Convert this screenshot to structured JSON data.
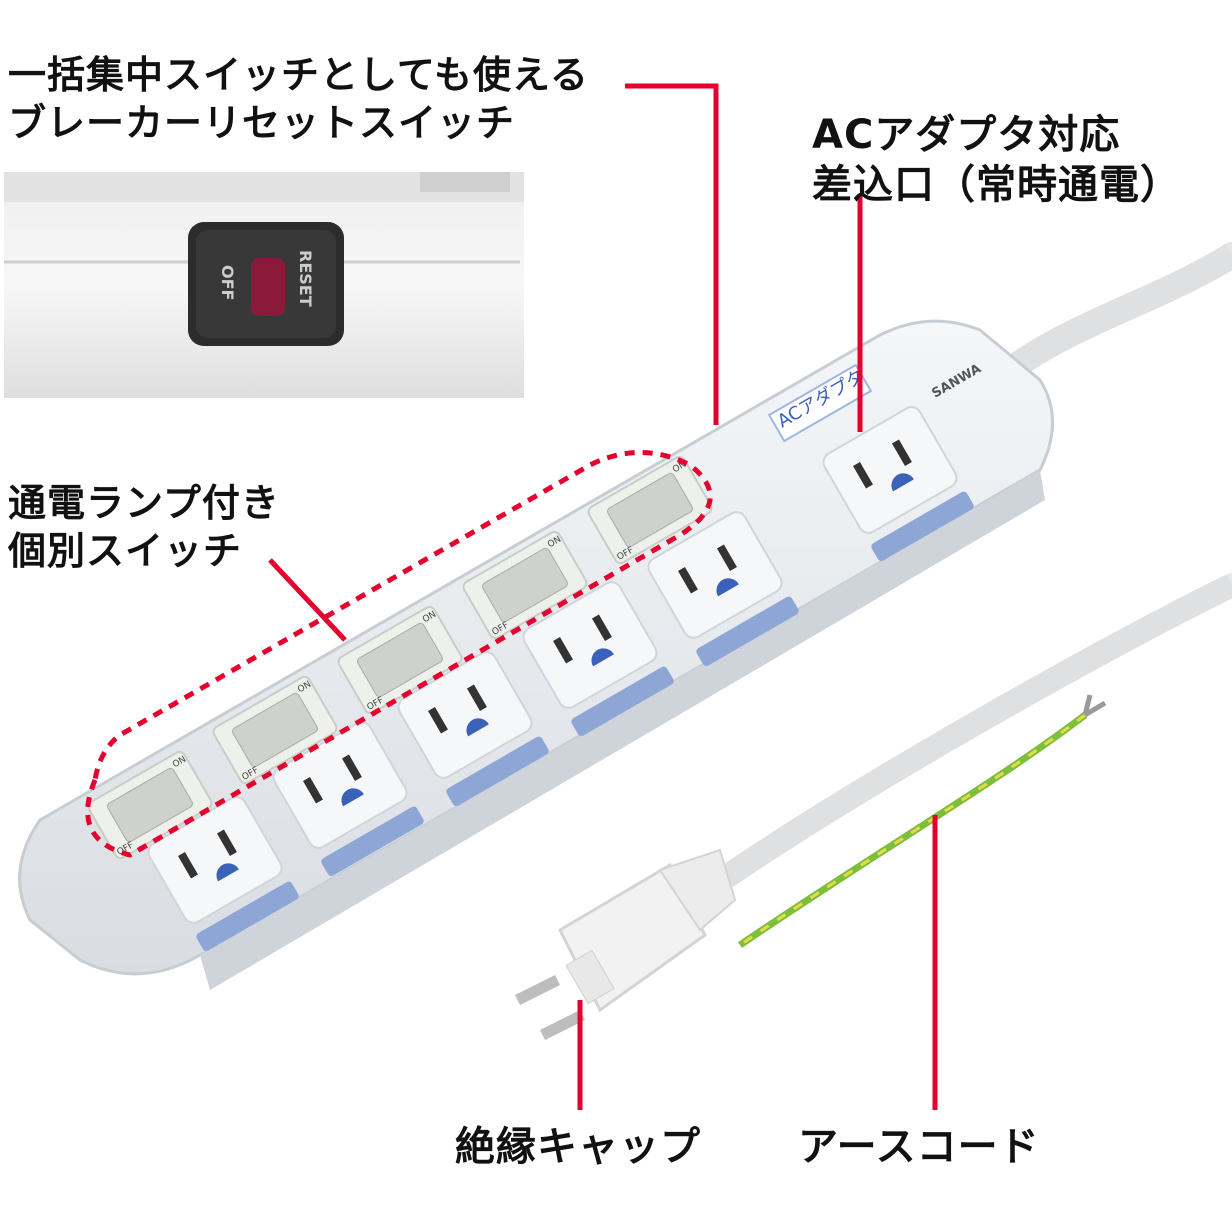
{
  "labels": {
    "breaker": {
      "line1": "一括集中スイッチとしても使える",
      "line2": "ブレーカーリセットスイッチ"
    },
    "ac_outlet": {
      "line1": "ACアダプタ対応",
      "line2": "差込口（常時通電）"
    },
    "individual_switch": {
      "line1": "通電ランプ付き",
      "line2": "個別スイッチ"
    },
    "insulation_cap": "絶縁キャップ",
    "earth_cord": "アースコード"
  },
  "breaker_switch": {
    "reset_text": "RESET",
    "off_text": "OFF"
  },
  "strip": {
    "ac_adapter_label": "ACアダプタ",
    "brand": "SANWA",
    "switch_on_text": "ON",
    "switch_off_text": "OFF"
  },
  "colors": {
    "callout_red": "#e5002d",
    "outlet_blue": "#8ea6d6",
    "rocker_red": "#8b1a3a",
    "earth_green": "#7bbf3a",
    "earth_yellow": "#e8d84a"
  }
}
